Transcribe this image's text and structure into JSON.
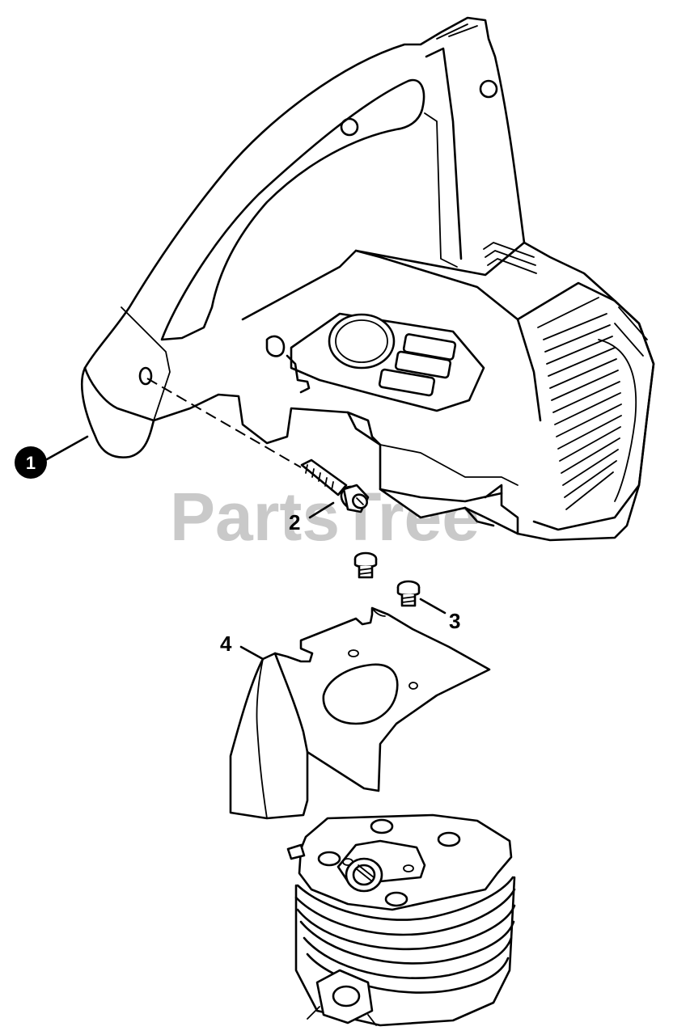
{
  "watermark": "PartsTree",
  "callouts": [
    {
      "id": "1",
      "style": "filled-circle"
    },
    {
      "id": "2",
      "style": "plain"
    },
    {
      "id": "3",
      "style": "plain"
    },
    {
      "id": "4",
      "style": "plain"
    }
  ],
  "colors": {
    "line": "#000000",
    "watermark": "#c9c9c9",
    "background": "#ffffff"
  }
}
